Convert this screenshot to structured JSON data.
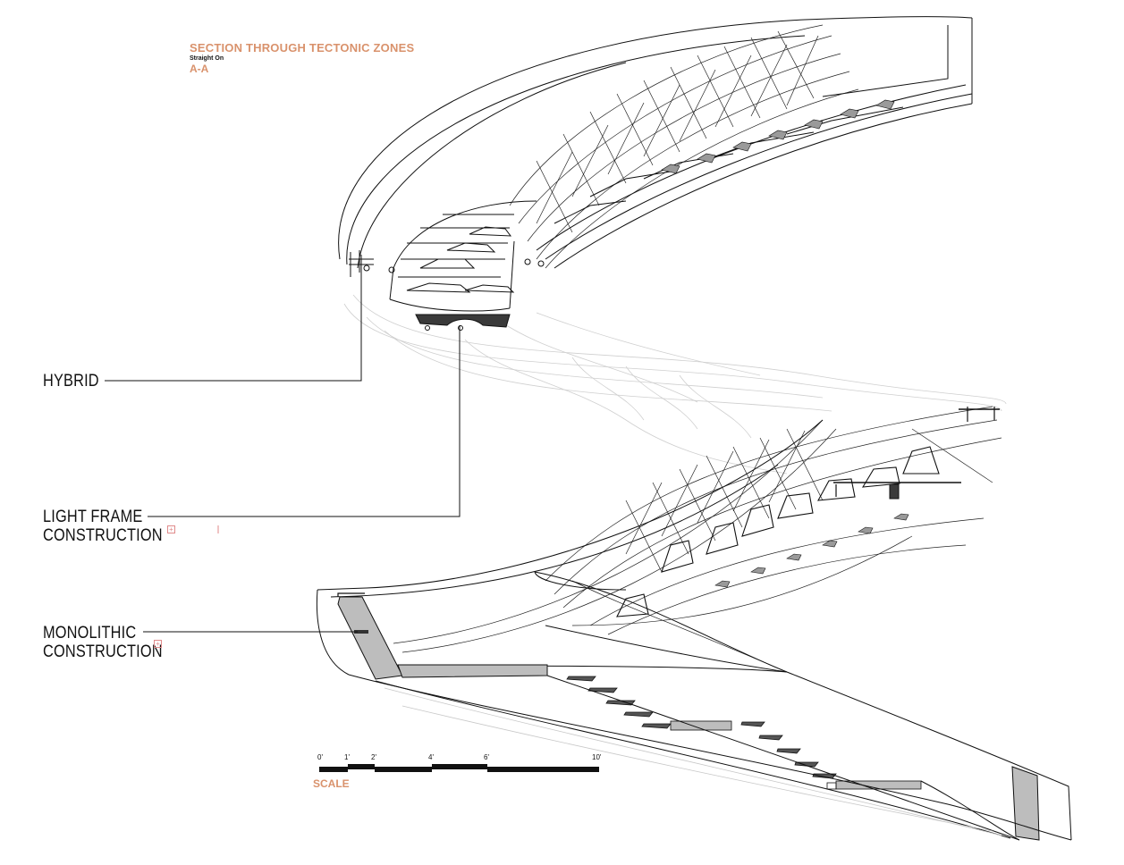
{
  "title": {
    "main": "SECTION THROUGH TECTONIC ZONES",
    "sub": "Straight On",
    "code": "A-A"
  },
  "callouts": {
    "hybrid": "HYBRID",
    "light_frame_line1": "LIGHT FRAME",
    "light_frame_line2": "CONSTRUCTION",
    "monolithic_line1": "MONOLITHIC",
    "monolithic_line2": "CONSTRUCTION"
  },
  "scale": {
    "label": "SCALE",
    "ticks": [
      "0'",
      "1'",
      "2'",
      "4'",
      "6'",
      "10'"
    ]
  },
  "colors": {
    "accent": "#d9926c",
    "ink": "#111111",
    "fill": "#bdbdbd",
    "ghost": "#c8c8c8"
  }
}
